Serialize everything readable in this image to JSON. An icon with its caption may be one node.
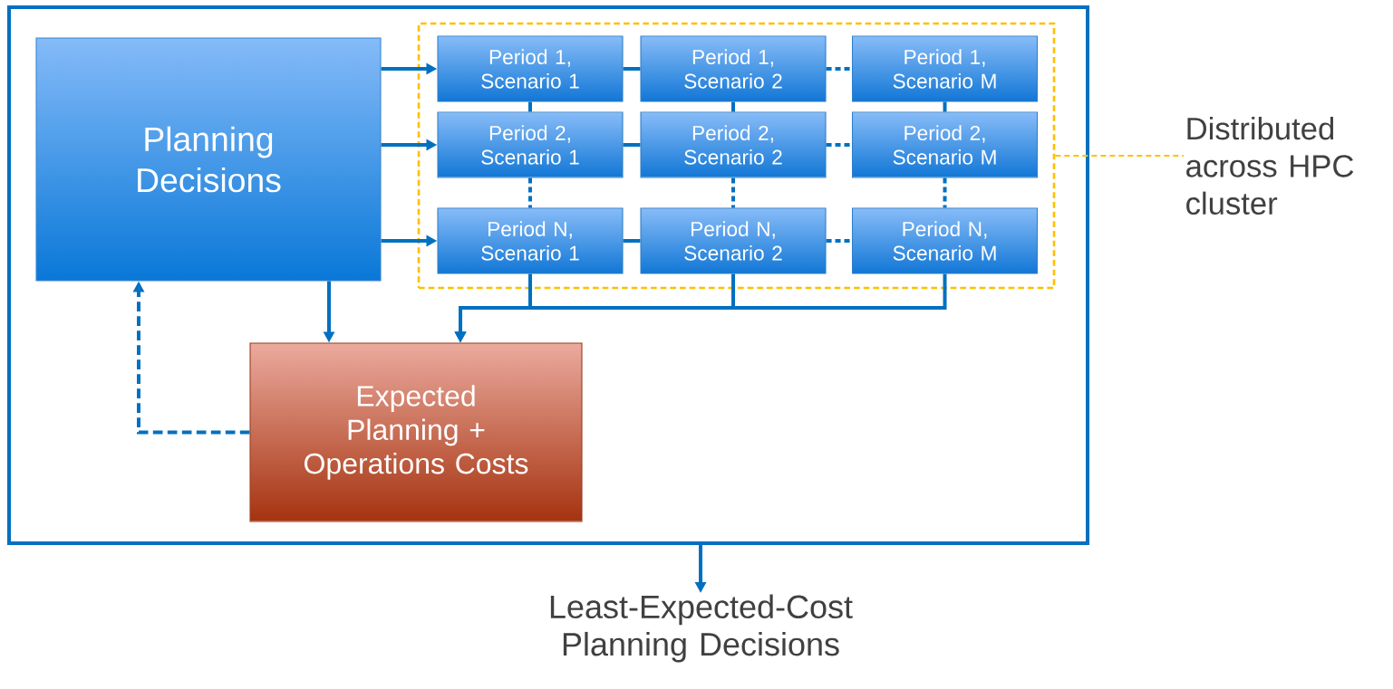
{
  "diagram": {
    "nodes": [
      {
        "text": [],
        "shape": "box"
      },
      {
        "text": [
          "Planning Decisions"
        ],
        "in": 0
      },
      {
        "text": [],
        "shape": "box",
        "in": 0
      },
      {
        "text": [
          "Period 1, Scenario 1"
        ],
        "in": 2
      },
      {
        "text": [
          "Period 1, Scenario 2"
        ],
        "in": 2
      },
      {
        "text": [
          "Period 1, Scenario M"
        ],
        "in": 2
      },
      {
        "text": [
          "Period 2, Scenario 1"
        ],
        "in": 2
      },
      {
        "text": [
          "Period 2, Scenario 2"
        ],
        "in": 2
      },
      {
        "text": [
          "Period 2, Scenario M"
        ],
        "in": 2
      },
      {
        "text": [
          "Period N, Scenario 1"
        ],
        "in": 2
      },
      {
        "text": [
          "Period N, Scenario 2"
        ],
        "in": 2
      },
      {
        "text": [
          "Period N, Scenario M"
        ],
        "in": 2
      },
      {
        "text": [
          "Expected Planning + Operations Costs"
        ],
        "in": 0
      },
      {
        "text": [
          "Distributed across HPC cluster"
        ]
      },
      {
        "text": [
          "Least-Expected-Cost Planning Decisions"
        ]
      }
    ],
    "edges": [
      {
        "from": 1,
        "to": 3,
        "arrow": "to"
      },
      {
        "from": 1,
        "to": 6,
        "arrow": "to"
      },
      {
        "from": 1,
        "to": 9,
        "arrow": "to"
      },
      {
        "from": 3,
        "to": 4,
        "arrow": "none"
      },
      {
        "from": 4,
        "to": 5,
        "arrow": "none",
        "style": "dashed"
      },
      {
        "from": 6,
        "to": 7,
        "arrow": "none"
      },
      {
        "from": 7,
        "to": 8,
        "arrow": "none",
        "style": "dashed"
      },
      {
        "from": 9,
        "to": 10,
        "arrow": "none"
      },
      {
        "from": 10,
        "to": 11,
        "arrow": "none",
        "style": "dashed"
      },
      {
        "from": 3,
        "to": 6,
        "arrow": "none"
      },
      {
        "from": 6,
        "to": 9,
        "arrow": "none",
        "style": "dashed"
      },
      {
        "from": 4,
        "to": 7,
        "arrow": "none"
      },
      {
        "from": 7,
        "to": 10,
        "arrow": "none",
        "style": "dashed"
      },
      {
        "from": 5,
        "to": 8,
        "arrow": "none"
      },
      {
        "from": 8,
        "to": 11,
        "arrow": "none",
        "style": "dashed"
      },
      {
        "from": 9,
        "to": 12,
        "arrow": "to"
      },
      {
        "from": 10,
        "to": 12,
        "arrow": "to"
      },
      {
        "from": 11,
        "to": 12,
        "arrow": "to"
      },
      {
        "from": 1,
        "to": 12,
        "arrow": "to"
      },
      {
        "from": 12,
        "to": 1,
        "arrow": "to",
        "style": "dashed"
      },
      {
        "from": 0,
        "to": 14,
        "arrow": "to"
      },
      {
        "from": 2,
        "to": 13,
        "arrow": "none",
        "style": "dashed",
        "color": "#ffc000"
      }
    ]
  }
}
